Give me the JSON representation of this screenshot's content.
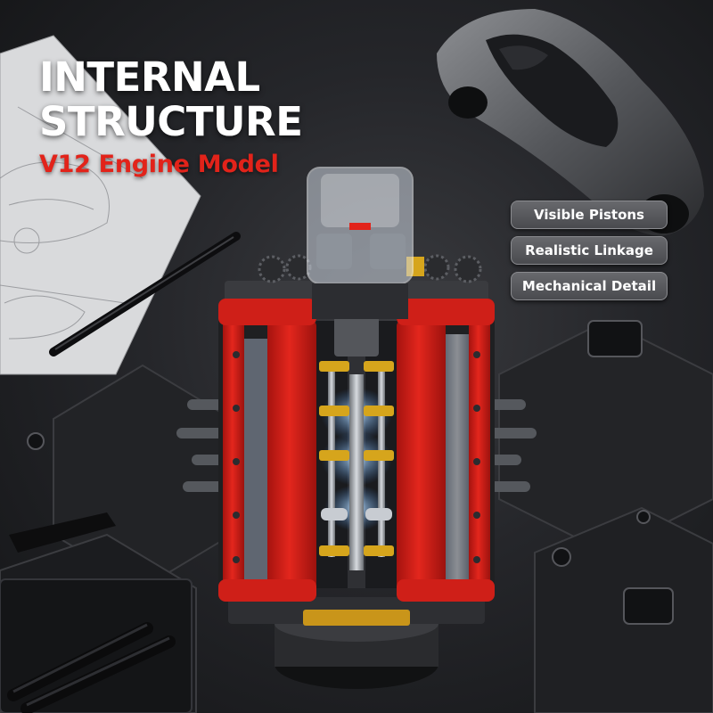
{
  "headline": {
    "line1": "INTERNAL",
    "line2": "STRUCTURE",
    "subtitle": "V12 Engine Model"
  },
  "features": [
    {
      "label": "Visible Pistons"
    },
    {
      "label": "Realistic Linkage"
    },
    {
      "label": "Mechanical Detail"
    }
  ],
  "colors": {
    "accent_red": "#e2231a",
    "text_white": "#ffffff",
    "pill_gray": "#56575b",
    "background_dark": "#1d1e21",
    "brass": "#d6a51c"
  }
}
